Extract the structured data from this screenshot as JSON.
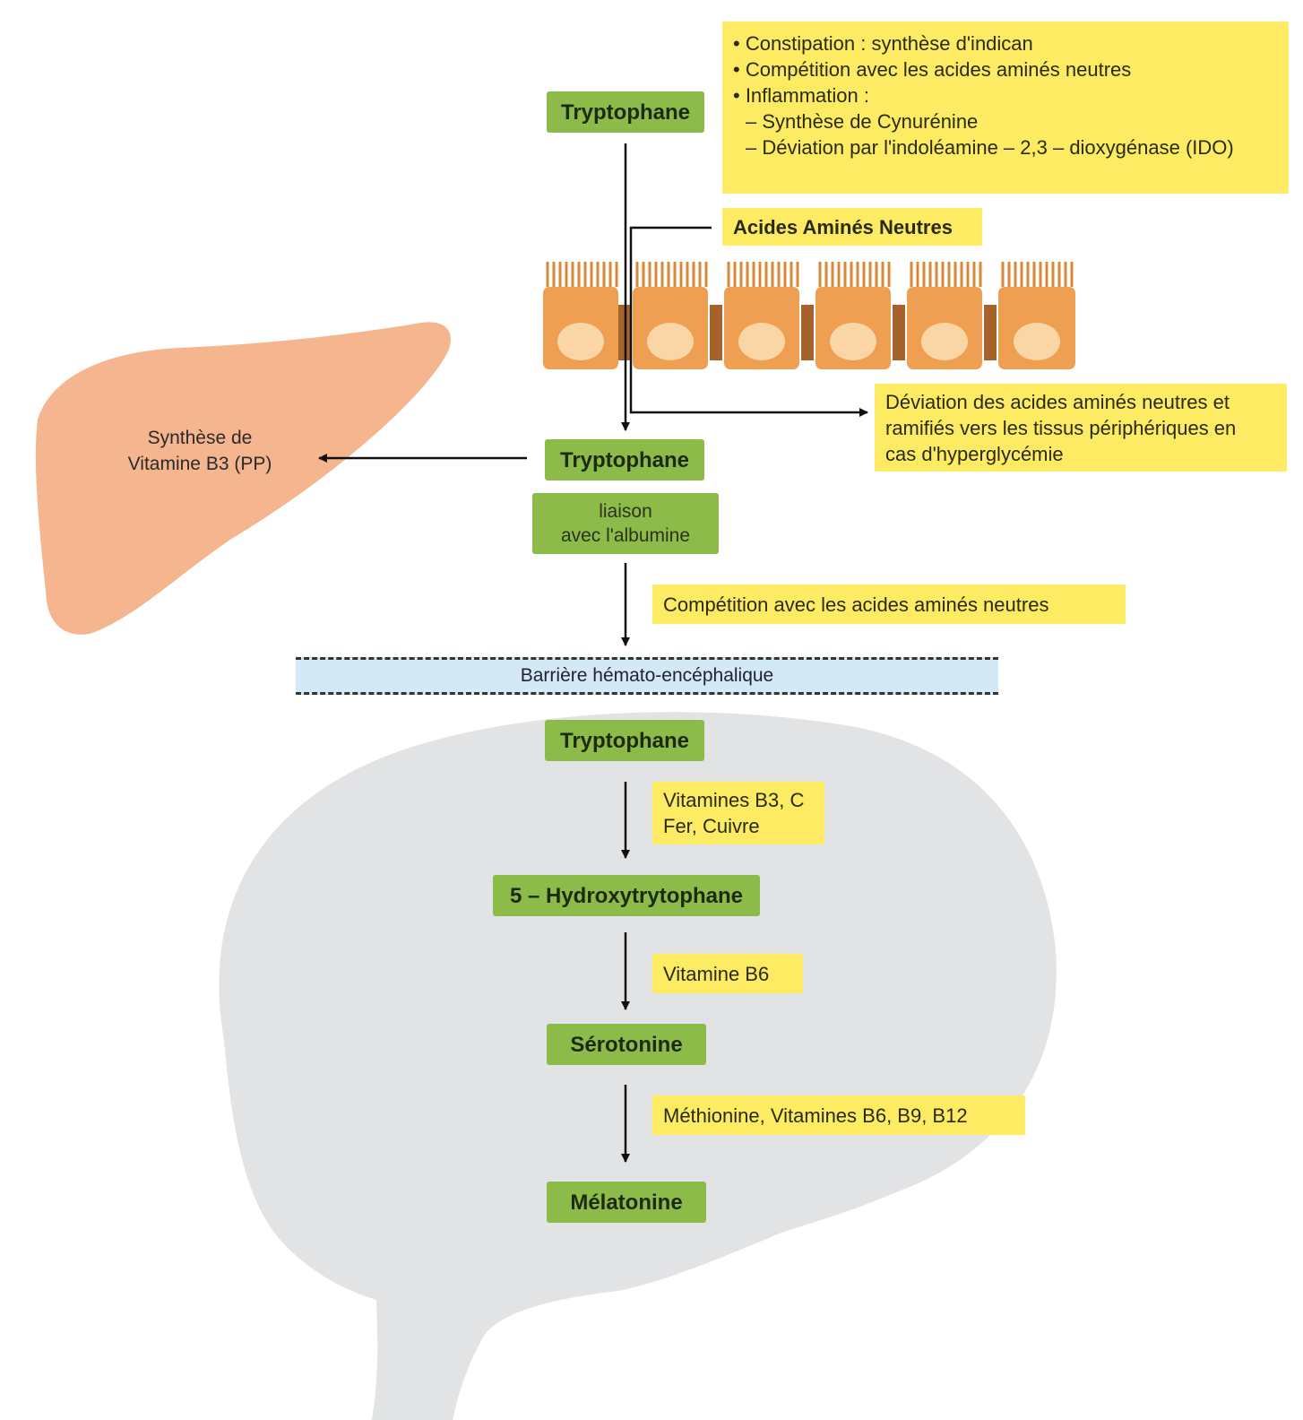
{
  "nodes": {
    "tryptophane_1": "Tryptophane",
    "tryptophane_2": "Tryptophane",
    "albumine_line1": "liaison",
    "albumine_line2": "avec l'albumine",
    "tryptophane_3": "Tryptophane",
    "hydroxy": "5 – Hydroxytrytophane",
    "serotonine": "Sérotonine",
    "melatonine": "Mélatonine"
  },
  "notes": {
    "top_box": [
      "• Constipation : synthèse d'indican",
      "• Compétition avec les acides aminés neutres",
      "• Inflammation :",
      "– Synthèse de Cynurénine",
      "– Déviation par l'indoléamine – 2,3 – dioxygénase (IDO)"
    ],
    "acides_amines": "Acides Aminés Neutres",
    "deviation": [
      "Déviation des acides aminés neutres et",
      "ramifiés vers les tissus périphériques en",
      "cas d'hyperglycémie"
    ],
    "competition": "Compétition avec les acides aminés neutres",
    "vitamines_b3c": [
      "Vitamines B3, C",
      "Fer, Cuivre"
    ],
    "vitamine_b6": "Vitamine B6",
    "methionine": "Méthionine, Vitamines B6, B9, B12"
  },
  "barrier": "Barrière hémato-encéphalique",
  "liver_label": [
    "Synthèse de",
    "Vitamine B3 (PP)"
  ],
  "colors": {
    "node": "#8dbb4a",
    "note": "#fdec63",
    "liver": "#f5b58e",
    "brain": "#e2e3e5",
    "cell": "#ee9f52",
    "nucleus": "#fad5a5",
    "barrier": "#d3e9f5"
  }
}
